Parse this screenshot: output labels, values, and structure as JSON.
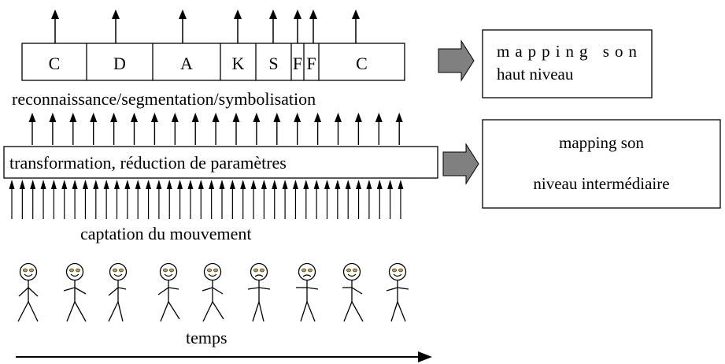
{
  "symbol_segments": [
    {
      "label": "C"
    },
    {
      "label": "D"
    },
    {
      "label": "A"
    },
    {
      "label": "K"
    },
    {
      "label": "S"
    },
    {
      "label": "F"
    },
    {
      "label": "F"
    },
    {
      "label": "C"
    }
  ],
  "labels": {
    "recognition": "reconnaissance/segmentation/symbolisation",
    "transformation": "transformation, réduction de paramètres",
    "capture": "captation du mouvement",
    "time": "temps"
  },
  "mapping_high": {
    "line1": "mapping son",
    "line2": "haut niveau"
  },
  "mapping_mid": {
    "line1": "mapping son",
    "line2": "niveau intermédiaire"
  },
  "figures": [
    {
      "expression": "smile"
    },
    {
      "expression": "smile"
    },
    {
      "expression": "smile"
    },
    {
      "expression": "smile"
    },
    {
      "expression": "smile"
    },
    {
      "expression": "frown"
    },
    {
      "expression": "frown"
    },
    {
      "expression": "smile"
    },
    {
      "expression": "smile"
    }
  ],
  "colors": {
    "line": "#000000",
    "block_arrow": "#808080",
    "eye": "#c89b3c"
  }
}
